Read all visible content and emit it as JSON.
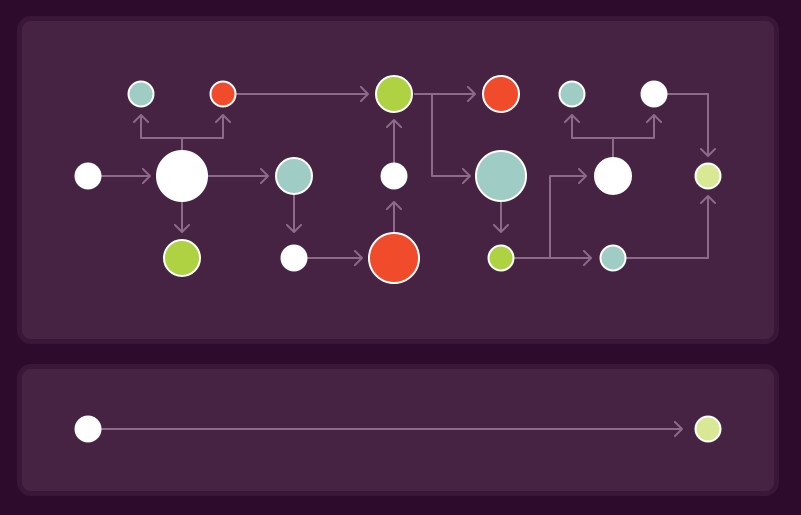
{
  "colors": {
    "background": "#2c0b2c",
    "panel": "#462343",
    "panel_border": "#3a1738",
    "edge": "#8d6a8a",
    "node_stroke": "#ffffff",
    "white": "#ffffff",
    "teal": "#9fcdc6",
    "lime": "#afd243",
    "orange": "#f04b2a",
    "pale": "#d8e895"
  },
  "diagrams": {
    "top": {
      "nodes": [
        {
          "id": "n1",
          "color": "white",
          "size": "small"
        },
        {
          "id": "n2",
          "color": "white",
          "size": "large"
        },
        {
          "id": "n3",
          "color": "teal",
          "size": "small"
        },
        {
          "id": "n4",
          "color": "orange",
          "size": "small"
        },
        {
          "id": "n5",
          "color": "lime",
          "size": "medium"
        },
        {
          "id": "n6",
          "color": "teal",
          "size": "medium"
        },
        {
          "id": "n7",
          "color": "white",
          "size": "small"
        },
        {
          "id": "n8",
          "color": "orange",
          "size": "large"
        },
        {
          "id": "n9",
          "color": "white",
          "size": "small"
        },
        {
          "id": "n10",
          "color": "lime",
          "size": "medium"
        },
        {
          "id": "n11",
          "color": "orange",
          "size": "medium"
        },
        {
          "id": "n12",
          "color": "teal",
          "size": "large"
        },
        {
          "id": "n13",
          "color": "lime",
          "size": "small"
        },
        {
          "id": "n14",
          "color": "white",
          "size": "medium"
        },
        {
          "id": "n15",
          "color": "teal",
          "size": "small"
        },
        {
          "id": "n16",
          "color": "white",
          "size": "small"
        },
        {
          "id": "n17",
          "color": "teal",
          "size": "small"
        },
        {
          "id": "n18",
          "color": "pale",
          "size": "small"
        }
      ],
      "edges": [
        {
          "from": "n1",
          "to": "n2"
        },
        {
          "from": "n2",
          "to": "n3"
        },
        {
          "from": "n2",
          "to": "n4"
        },
        {
          "from": "n2",
          "to": "n5"
        },
        {
          "from": "n2",
          "to": "n6"
        },
        {
          "from": "n4",
          "to": "n10"
        },
        {
          "from": "n6",
          "to": "n7"
        },
        {
          "from": "n7",
          "to": "n8"
        },
        {
          "from": "n8",
          "to": "n9"
        },
        {
          "from": "n9",
          "to": "n10"
        },
        {
          "from": "n10",
          "to": "n11"
        },
        {
          "from": "n10",
          "to": "n12"
        },
        {
          "from": "n12",
          "to": "n13"
        },
        {
          "from": "n13",
          "to": "n14"
        },
        {
          "from": "n13",
          "to": "n17"
        },
        {
          "from": "n14",
          "to": "n15"
        },
        {
          "from": "n14",
          "to": "n16"
        },
        {
          "from": "n16",
          "to": "n18"
        },
        {
          "from": "n17",
          "to": "n18"
        }
      ]
    },
    "bottom": {
      "nodes": [
        {
          "id": "b1",
          "color": "white",
          "size": "small"
        },
        {
          "id": "b2",
          "color": "pale",
          "size": "small"
        }
      ],
      "edges": [
        {
          "from": "b1",
          "to": "b2"
        }
      ]
    }
  }
}
